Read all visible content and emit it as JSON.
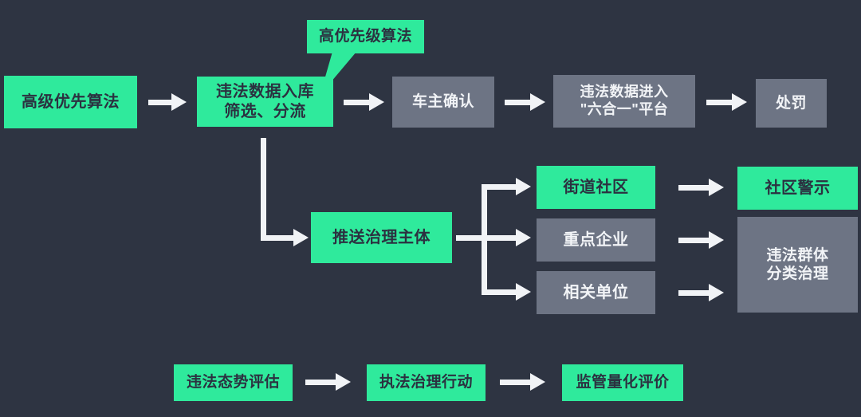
{
  "diagram": {
    "title_hidden": "",
    "colors": {
      "background": "#2e3442",
      "green": "#2fea9c",
      "gray": "#6d7484",
      "arrow": "#f1f3f6",
      "text_on_green": "#2b3140",
      "text_on_gray": "#f2f4f7"
    },
    "callout": {
      "label": "高优先级算法"
    },
    "row_top": {
      "node1": "高级优先算法",
      "node2": "违法数据入库\n筛选、分流",
      "node3": "车主确认",
      "node4": "违法数据进入\n\"六合一\"平台",
      "node5": "处罚"
    },
    "row_middle": {
      "push_node": "推送治理主体",
      "branches": [
        "街道社区",
        "重点企业",
        "相关单位"
      ],
      "outcomes": [
        "社区警示",
        "违法群体\n分类治理"
      ]
    },
    "row_bottom": {
      "node1": "违法态势评估",
      "node2": "执法治理行动",
      "node3": "监管量化评价"
    },
    "icons": {
      "arrow": "arrow-right-icon",
      "callout_tail": "callout-tail-icon",
      "elbow": "elbow-connector-icon",
      "branch": "three-way-branch-icon"
    }
  }
}
